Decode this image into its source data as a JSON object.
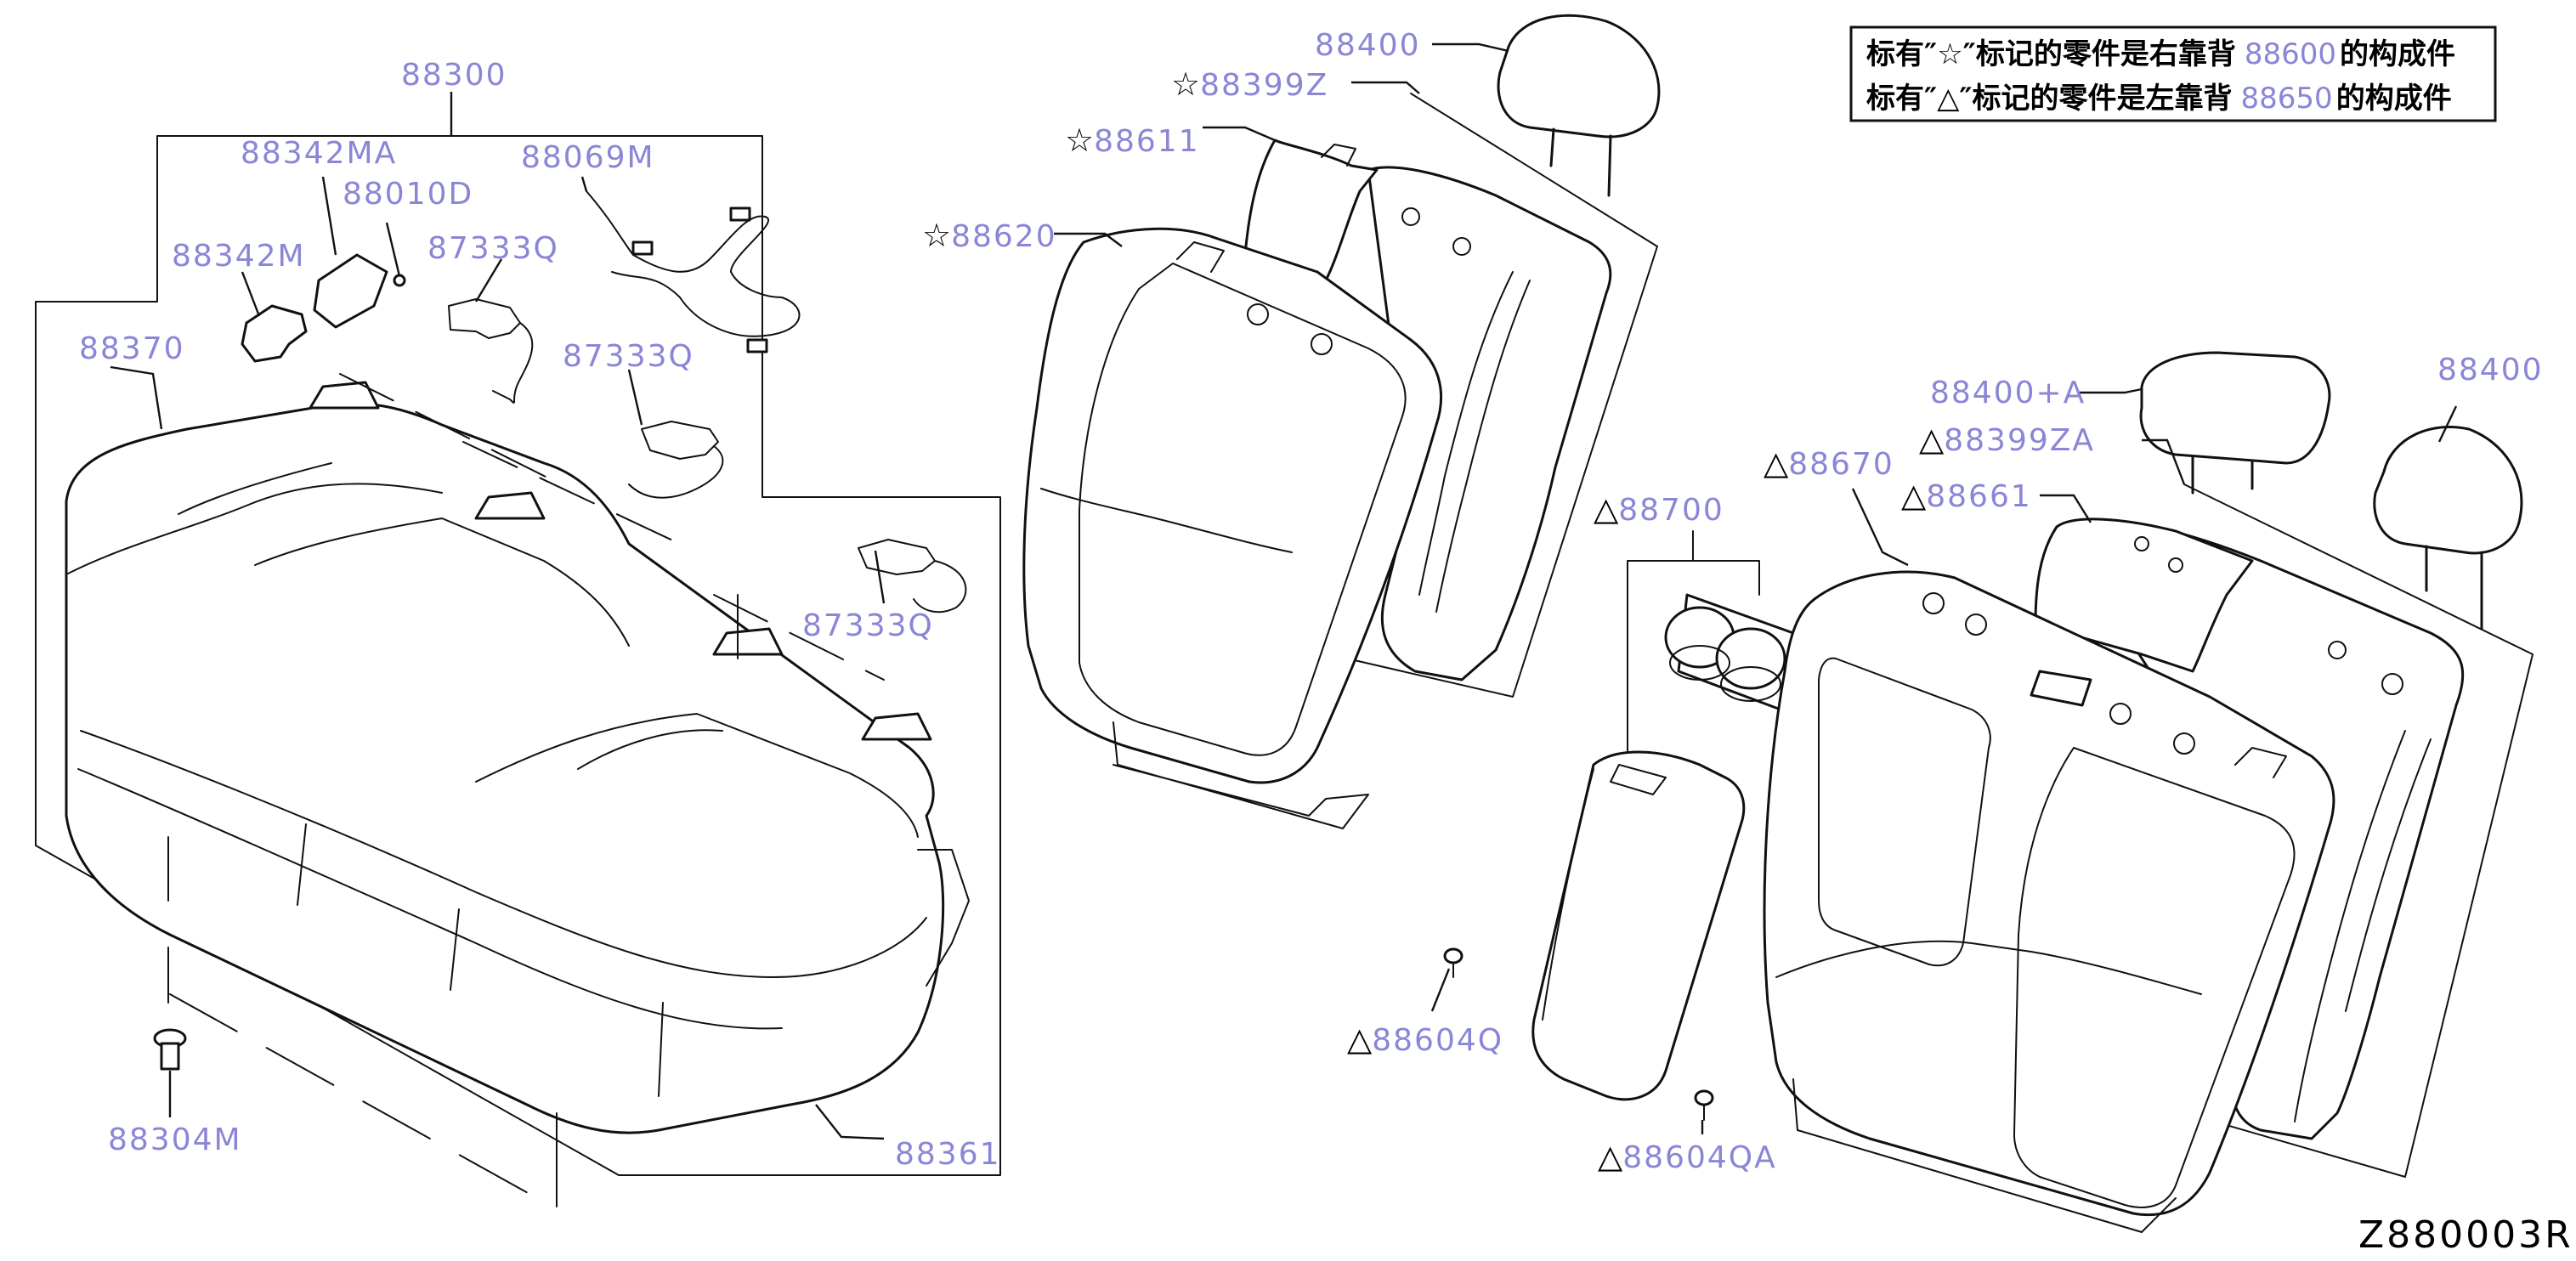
{
  "drawing_code": "Z880003R",
  "legend": {
    "line1": {
      "pre": "标有″☆″标记的零件是右靠背",
      "num": "88600",
      "post": "的构成件"
    },
    "line2": {
      "pre": "标有″△″标记的零件是左靠背",
      "num": "88650",
      "post": "的构成件"
    }
  },
  "parts": {
    "p88300": {
      "sym": "",
      "num": "88300"
    },
    "p88342MA": {
      "sym": "",
      "num": "88342MA"
    },
    "p88069M": {
      "sym": "",
      "num": "88069M"
    },
    "p88010D": {
      "sym": "",
      "num": "88010D"
    },
    "p88342M": {
      "sym": "",
      "num": "88342M"
    },
    "p87333Q_a": {
      "sym": "",
      "num": "87333Q"
    },
    "p87333Q_b": {
      "sym": "",
      "num": "87333Q"
    },
    "p87333Q_c": {
      "sym": "",
      "num": "87333Q"
    },
    "p88370": {
      "sym": "",
      "num": "88370"
    },
    "p88304M": {
      "sym": "",
      "num": "88304M"
    },
    "p88361": {
      "sym": "",
      "num": "88361"
    },
    "p88400_a": {
      "sym": "",
      "num": "88400"
    },
    "p88399Z": {
      "sym": "☆",
      "num": "88399Z"
    },
    "p88611": {
      "sym": "☆",
      "num": "88611"
    },
    "p88620": {
      "sym": "☆",
      "num": "88620"
    },
    "p88400A": {
      "sym": "",
      "num": "88400+A"
    },
    "p88400_b": {
      "sym": "",
      "num": "88400"
    },
    "p88399ZA": {
      "sym": "△",
      "num": "88399ZA"
    },
    "p88670": {
      "sym": "△",
      "num": "88670"
    },
    "p88661": {
      "sym": "△",
      "num": "88661"
    },
    "p88700": {
      "sym": "△",
      "num": "88700"
    },
    "p88604Q": {
      "sym": "△",
      "num": "88604Q"
    },
    "p88604QA": {
      "sym": "△",
      "num": "88604QA"
    }
  }
}
